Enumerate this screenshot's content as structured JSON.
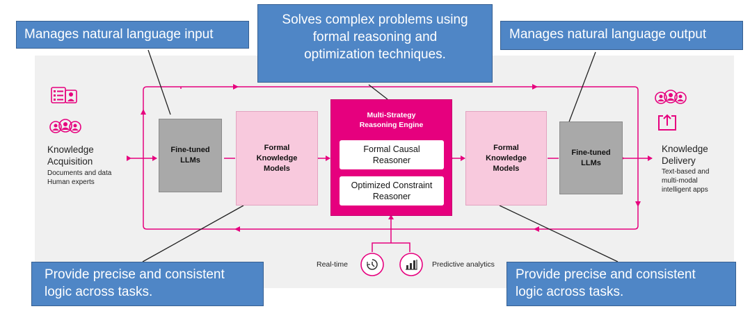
{
  "colors": {
    "accent": "#e6007e",
    "callout": "#4f86c6",
    "llm": "#a9a9a9",
    "knowledge": "#f8c9dd",
    "panel": "#f0f0f0"
  },
  "callouts": {
    "nl_input": "Manages natural language input",
    "reasoning": [
      "Solves complex problems using",
      "formal reasoning and",
      "optimization techniques."
    ],
    "nl_output": "Manages natural language output",
    "logic_left": [
      "Provide precise and consistent",
      "logic across tasks."
    ],
    "logic_right": [
      "Provide precise and consistent",
      "logic across tasks."
    ]
  },
  "acquisition": {
    "title": [
      "Knowledge",
      "Acquisition"
    ],
    "sub": [
      "Documents and data",
      "Human experts"
    ],
    "icons": [
      "document-icon",
      "people-icon"
    ]
  },
  "delivery": {
    "title": [
      "Knowledge",
      "Delivery"
    ],
    "sub": [
      "Text-based and",
      "multi-modal",
      "intelligent apps"
    ],
    "icons": [
      "people-icon",
      "screen-upload-icon"
    ]
  },
  "left_llm": [
    "Fine-tuned",
    "LLMs"
  ],
  "left_models": [
    "Formal",
    "Knowledge",
    "Models"
  ],
  "engine": {
    "title": [
      "Multi-Strategy",
      "Reasoning Engine"
    ],
    "causal": [
      "Formal Causal",
      "Reasoner"
    ],
    "constraint": [
      "Optimized Constraint",
      "Reasoner"
    ]
  },
  "right_models": [
    "Formal",
    "Knowledge",
    "Models"
  ],
  "right_llm": [
    "Fine-tuned",
    "LLMs"
  ],
  "bottom": {
    "realtime": "Real-time",
    "predictive": "Predictive analytics",
    "icons": [
      "clock-icon",
      "bar-chart-icon"
    ]
  }
}
